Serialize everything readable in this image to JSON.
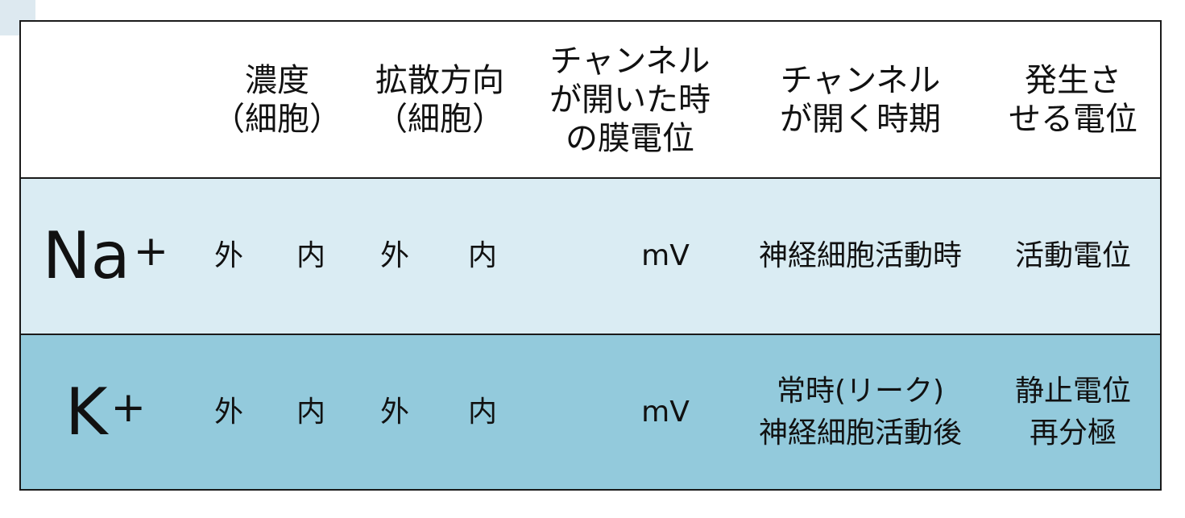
{
  "headers": {
    "concentration": "濃度\n（細胞）",
    "diffusion": "拡散方向\n（細胞）",
    "membrane_potential": "チャンネル\nが開いた時\nの膜電位",
    "channel_timing": "チャンネル\nが開く時期",
    "generated_potential": "発生さ\nせる電位"
  },
  "rows": [
    {
      "ion": "Na",
      "charge": "+",
      "conc_from": "外",
      "conc_to": "内",
      "diff_from": "外",
      "diff_to": "内",
      "potential_unit": "mV",
      "timing": "神経細胞活動時",
      "potential": "活動電位"
    },
    {
      "ion": "K",
      "charge": "+",
      "conc_from": "外",
      "conc_to": "内",
      "diff_from": "外",
      "diff_to": "内",
      "potential_unit": "mV",
      "timing": "常時(リーク)\n神経細胞活動後",
      "potential": "静止電位\n再分極"
    }
  ],
  "colors": {
    "header_bg": "#ffffff",
    "na_row_bg": "#daecf3",
    "k_row_bg": "#93cadc",
    "border": "#1a1a1a"
  }
}
